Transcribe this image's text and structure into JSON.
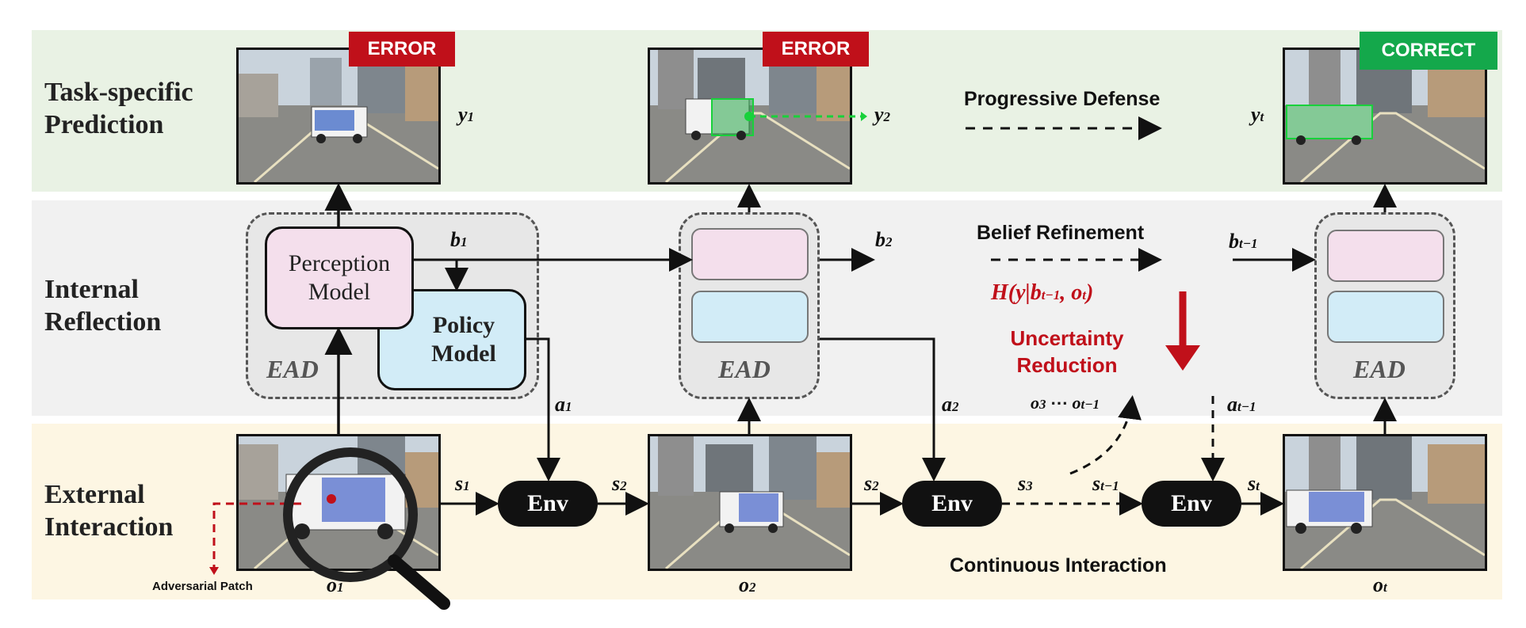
{
  "rows": {
    "top": "Task-specific\nPrediction",
    "middle": "Internal\nReflection",
    "bottom": "External\nInteraction"
  },
  "tags": {
    "t1": "ERROR",
    "t2": "ERROR",
    "t3": "CORRECT"
  },
  "models": {
    "perception": "Perception\nModel",
    "policy": "Policy\nModel",
    "ead": "EAD"
  },
  "env_label": "Env",
  "phrases": {
    "progressive_defense": "Progressive Defense",
    "belief_refinement": "Belief Refinement",
    "uncertainty_reduction": "Uncertainty\nReduction",
    "continuous_interaction": "Continuous Interaction",
    "adversarial_patch": "Adversarial Patch"
  },
  "entropy": {
    "main": "H(y|b",
    "s1": "t−1",
    "mid": ", o",
    "s2": "t",
    "end": ")"
  },
  "vars": {
    "y1": {
      "b": "y",
      "s": "1"
    },
    "y2": {
      "b": "y",
      "s": "2"
    },
    "yt": {
      "b": "y",
      "s": "t"
    },
    "b1": {
      "b": "b",
      "s": "1"
    },
    "b2": {
      "b": "b",
      "s": "2"
    },
    "bt1": {
      "b": "b",
      "s": "t−1"
    },
    "a1": {
      "b": "a",
      "s": "1"
    },
    "a2": {
      "b": "a",
      "s": "2"
    },
    "at1": {
      "b": "a",
      "s": "t−1"
    },
    "s1": {
      "b": "s",
      "s": "1"
    },
    "s2a": {
      "b": "s",
      "s": "2"
    },
    "s2b": {
      "b": "s",
      "s": "2"
    },
    "s3": {
      "b": "s",
      "s": "3"
    },
    "st1": {
      "b": "s",
      "s": "t−1"
    },
    "st": {
      "b": "s",
      "s": "t"
    },
    "o1": {
      "b": "o",
      "s": "1"
    },
    "o2": {
      "b": "o",
      "s": "2"
    },
    "ot": {
      "b": "o",
      "s": "t"
    }
  },
  "obs_range": {
    "a": "o",
    "as": "3",
    "dots": " ⋯ ",
    "b": "o",
    "bs": "t−1"
  },
  "colors": {
    "error": "#c0101a",
    "correct": "#14a84b",
    "perception": "#f4dfec",
    "policy": "#d2ecf7",
    "top_band": "#e9f2e4",
    "mid_band": "#f1f1f1",
    "bottom_band": "#fdf6e3"
  }
}
